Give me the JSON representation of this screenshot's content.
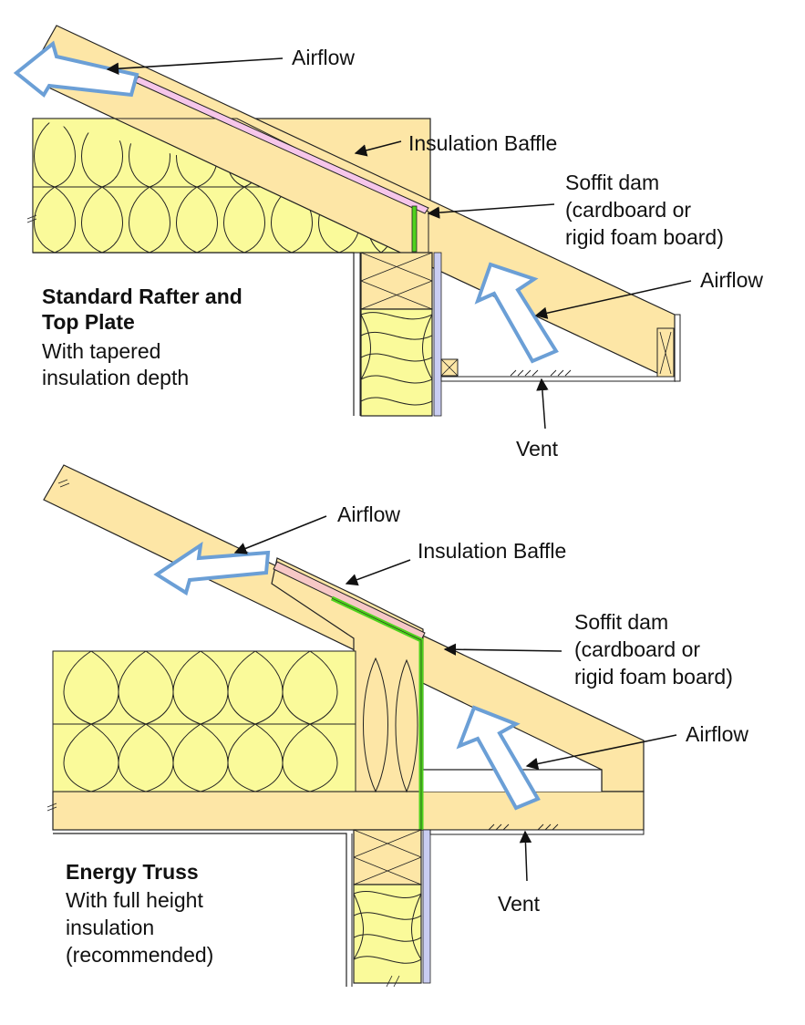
{
  "colors": {
    "wood": "#fde6a6",
    "insulation": "#fafa9a",
    "baffle_top": "#f6c6ea",
    "baffle_bottom": "#f7c8c6",
    "soffit_dam": "#4fd21d",
    "drywall": "#c9cdf2",
    "airflow_arrow": "#6b9fd6"
  },
  "top_diagram": {
    "title_line1": "Standard Rafter and",
    "title_line2": "Top Plate",
    "subtitle_line1": "With tapered",
    "subtitle_line2": "insulation depth",
    "airflow_top": "Airflow",
    "baffle": "Insulation Baffle",
    "soffit_line1": "Soffit dam",
    "soffit_line2": "(cardboard or",
    "soffit_line3": "rigid foam board)",
    "airflow_right": "Airflow",
    "vent": "Vent"
  },
  "bottom_diagram": {
    "title": "Energy Truss",
    "subtitle_line1": "With full height",
    "subtitle_line2": "insulation",
    "subtitle_line3": "(recommended)",
    "airflow_top": "Airflow",
    "baffle": "Insulation Baffle",
    "soffit_line1": "Soffit dam",
    "soffit_line2": "(cardboard or",
    "soffit_line3": "rigid foam board)",
    "airflow_right": "Airflow",
    "vent": "Vent"
  }
}
